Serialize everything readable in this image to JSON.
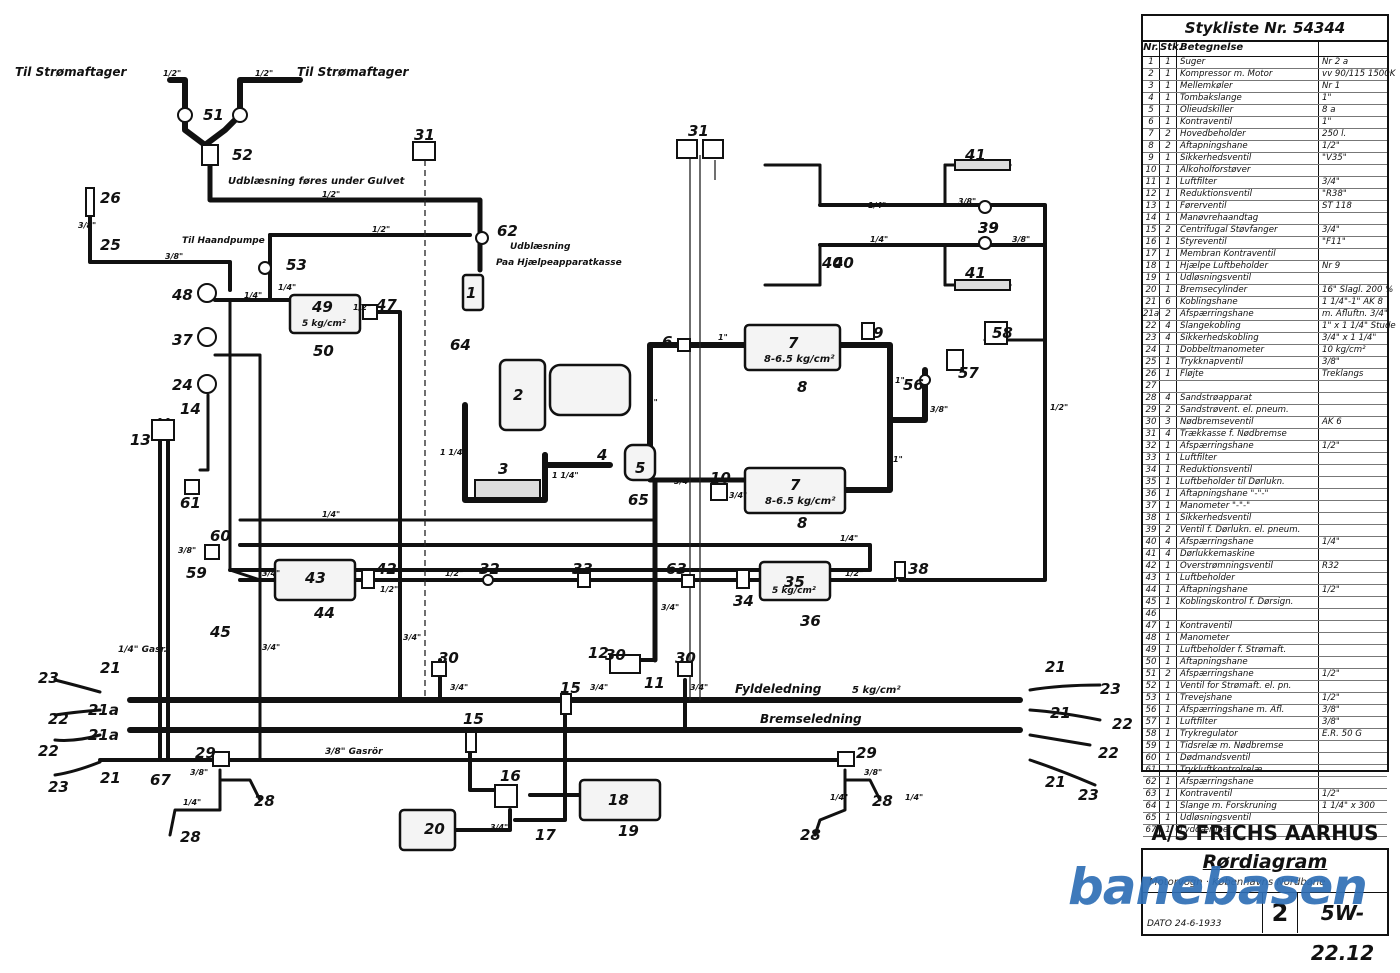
{
  "parts_list": {
    "title": "Stykliste Nr. 54344",
    "headers": {
      "nr": "Nr.",
      "stk": "Stk.",
      "name": "Betegnelse",
      "spec": ""
    },
    "rows": [
      {
        "nr": "1",
        "stk": "1",
        "name": "Suger",
        "spec": "Nr 2 a"
      },
      {
        "nr": "2",
        "stk": "1",
        "name": "Kompressor m. Motor",
        "spec": "vv 90/115 1500K"
      },
      {
        "nr": "3",
        "stk": "1",
        "name": "Mellemkøler",
        "spec": "Nr 1"
      },
      {
        "nr": "4",
        "stk": "1",
        "name": "Tombakslange",
        "spec": "1\""
      },
      {
        "nr": "5",
        "stk": "1",
        "name": "Olieudskiller",
        "spec": "8 a"
      },
      {
        "nr": "6",
        "stk": "1",
        "name": "Kontraventil",
        "spec": "1\""
      },
      {
        "nr": "7",
        "stk": "2",
        "name": "Hovedbeholder",
        "spec": "250 l."
      },
      {
        "nr": "8",
        "stk": "2",
        "name": "Aftapningshane",
        "spec": "1/2\""
      },
      {
        "nr": "9",
        "stk": "1",
        "name": "Sikkerhedsventil",
        "spec": "\"V35\""
      },
      {
        "nr": "10",
        "stk": "1",
        "name": "Alkoholforstøver",
        "spec": ""
      },
      {
        "nr": "11",
        "stk": "1",
        "name": "Luftfilter",
        "spec": "3/4\""
      },
      {
        "nr": "12",
        "stk": "1",
        "name": "Reduktionsventil",
        "spec": "\"R38\""
      },
      {
        "nr": "13",
        "stk": "1",
        "name": "Førerventil",
        "spec": "ST 118"
      },
      {
        "nr": "14",
        "stk": "1",
        "name": "Manøvrehaandtag",
        "spec": ""
      },
      {
        "nr": "15",
        "stk": "2",
        "name": "Centrifugal Støvfanger",
        "spec": "3/4\""
      },
      {
        "nr": "16",
        "stk": "1",
        "name": "Styreventil",
        "spec": "\"F11\""
      },
      {
        "nr": "17",
        "stk": "1",
        "name": "Membran Kontraventil",
        "spec": ""
      },
      {
        "nr": "18",
        "stk": "1",
        "name": "Hjælpe Luftbeholder",
        "spec": "Nr 9"
      },
      {
        "nr": "19",
        "stk": "1",
        "name": "Udløsningsventil",
        "spec": ""
      },
      {
        "nr": "20",
        "stk": "1",
        "name": "Bremsecylinder",
        "spec": "16\" Slagl. 200 %"
      },
      {
        "nr": "21",
        "stk": "6",
        "name": "Koblingshane",
        "spec": "1 1/4\"-1\" AK 8"
      },
      {
        "nr": "21a",
        "stk": "2",
        "name": "Afspærringshane",
        "spec": "m. Afluftn. 3/4\""
      },
      {
        "nr": "22",
        "stk": "4",
        "name": "Slangekobling",
        "spec": "1\" x 1 1/4\" Stude"
      },
      {
        "nr": "23",
        "stk": "4",
        "name": "Sikkerhedskobling",
        "spec": "3/4\" x 1 1/4\""
      },
      {
        "nr": "24",
        "stk": "1",
        "name": "Dobbeltmanometer",
        "spec": "10 kg/cm²"
      },
      {
        "nr": "25",
        "stk": "1",
        "name": "Trykknapventil",
        "spec": "3/8\""
      },
      {
        "nr": "26",
        "stk": "1",
        "name": "Fløjte",
        "spec": "Treklangs"
      },
      {
        "nr": "27",
        "stk": "",
        "name": "",
        "spec": ""
      },
      {
        "nr": "28",
        "stk": "4",
        "name": "Sandstrøapparat",
        "spec": ""
      },
      {
        "nr": "29",
        "stk": "2",
        "name": "Sandstrøvent. el. pneum.",
        "spec": ""
      },
      {
        "nr": "30",
        "stk": "3",
        "name": "Nødbremseventil",
        "spec": "AK 6"
      },
      {
        "nr": "31",
        "stk": "4",
        "name": "Trækkasse f. Nødbremse",
        "spec": ""
      },
      {
        "nr": "32",
        "stk": "1",
        "name": "Afspærringshane",
        "spec": "1/2\""
      },
      {
        "nr": "33",
        "stk": "1",
        "name": "Luftfilter",
        "spec": ""
      },
      {
        "nr": "34",
        "stk": "1",
        "name": "Reduktionsventil",
        "spec": ""
      },
      {
        "nr": "35",
        "stk": "1",
        "name": "Luftbeholder til Dørlukn.",
        "spec": ""
      },
      {
        "nr": "36",
        "stk": "1",
        "name": "Aftapningshane \"-\"-\"",
        "spec": ""
      },
      {
        "nr": "37",
        "stk": "1",
        "name": "Manometer \"-\"-\"",
        "spec": ""
      },
      {
        "nr": "38",
        "stk": "1",
        "name": "Sikkerhedsventil",
        "spec": ""
      },
      {
        "nr": "39",
        "stk": "2",
        "name": "Ventil f. Dørlukn. el. pneum.",
        "spec": ""
      },
      {
        "nr": "40",
        "stk": "4",
        "name": "Afspærringshane",
        "spec": "1/4\""
      },
      {
        "nr": "41",
        "stk": "4",
        "name": "Dørlukkemaskine",
        "spec": ""
      },
      {
        "nr": "42",
        "stk": "1",
        "name": "Overstrømningsventil",
        "spec": "R32"
      },
      {
        "nr": "43",
        "stk": "1",
        "name": "Luftbeholder",
        "spec": ""
      },
      {
        "nr": "44",
        "stk": "1",
        "name": "Aftapningshane",
        "spec": "1/2\""
      },
      {
        "nr": "45",
        "stk": "1",
        "name": "Koblingskontrol f. Dørsign.",
        "spec": ""
      },
      {
        "nr": "46",
        "stk": "",
        "name": "",
        "spec": ""
      },
      {
        "nr": "47",
        "stk": "1",
        "name": "Kontraventil",
        "spec": ""
      },
      {
        "nr": "48",
        "stk": "1",
        "name": "Manometer",
        "spec": ""
      },
      {
        "nr": "49",
        "stk": "1",
        "name": "Luftbeholder f. Strømaft.",
        "spec": ""
      },
      {
        "nr": "50",
        "stk": "1",
        "name": "Aftapningshane",
        "spec": ""
      },
      {
        "nr": "51",
        "stk": "2",
        "name": "Afspærringshane",
        "spec": "1/2\""
      },
      {
        "nr": "52",
        "stk": "1",
        "name": "Ventil for Strømaft. el. pn.",
        "spec": ""
      },
      {
        "nr": "53",
        "stk": "1",
        "name": "Trevejshane",
        "spec": "1/2\""
      },
      {
        "nr": "56",
        "stk": "1",
        "name": "Afspærringshane m. Afl.",
        "spec": "3/8\""
      },
      {
        "nr": "57",
        "stk": "1",
        "name": "Luftfilter",
        "spec": "3/8\""
      },
      {
        "nr": "58",
        "stk": "1",
        "name": "Trykregulator",
        "spec": "E.R. 50 G"
      },
      {
        "nr": "59",
        "stk": "1",
        "name": "Tidsrelæ m. Nødbremse",
        "spec": ""
      },
      {
        "nr": "60",
        "stk": "1",
        "name": "Dødmandsventil",
        "spec": ""
      },
      {
        "nr": "61",
        "stk": "1",
        "name": "Trykluftkontrolrelæ",
        "spec": ""
      },
      {
        "nr": "62",
        "stk": "1",
        "name": "Afspærringshane",
        "spec": ""
      },
      {
        "nr": "63",
        "stk": "1",
        "name": "Kontraventil",
        "spec": "1/2\""
      },
      {
        "nr": "64",
        "stk": "1",
        "name": "Slange m. Forskruning",
        "spec": "1 1/4\" x 300"
      },
      {
        "nr": "65",
        "stk": "1",
        "name": "Udløsningsventil",
        "spec": ""
      },
      {
        "nr": "67",
        "stk": "1",
        "name": "Lyddæmper",
        "spec": ""
      }
    ]
  },
  "title_block": {
    "company": "A/S FRICHS AARHUS",
    "title": "Rørdiagram",
    "subtitle": "Motorvogn · Københavns Nordbane",
    "date": "DATO 24-6-1933",
    "sheet": "2",
    "drawing_no": "5W-22.12"
  },
  "watermark": "banebasen",
  "diagram": {
    "text_labels": {
      "til_stroemaftager_left": "Til Strømaftager",
      "til_stroemaftager_right": "Til Strømaftager",
      "udblaesning_gulv": "Udblæsning føres under Gulvet",
      "til_haandpumpe": "Til Haandpumpe",
      "udblaesning_62": "Udblæsning",
      "paa_hjaelpeapparatkasse": "Paa Hjælpeapparatkasse",
      "fyldeledning": "Fyldeledning",
      "fyldeledning_pressure": "5 kg/cm²",
      "bremseledning": "Bremseledning",
      "gasroer_bottom": "3/8\" Gasrör",
      "gasroer_left": "1/4\" Gasr.",
      "press_49": "5 kg/cm²",
      "press_7a": "8-6.5 kg/cm²",
      "press_7b": "8-6.5 kg/cm²",
      "press_35": "5 kg/cm²"
    },
    "pipe_sizes": {
      "s1": "1/2\"",
      "s2": "1/2\"",
      "s3": "1/2\"",
      "s4": "1/2\"",
      "s5": "1/4\"",
      "s6": "3/8\"",
      "s7": "1/4\"",
      "s8": "3/8\"",
      "s9": "1/2\"",
      "s10": "1 1/4\"",
      "s11": "1 1/4\"",
      "s12": "1\"",
      "s13": "1\"",
      "s14": "1\"",
      "s15": "1\"",
      "s16": "3/4\"",
      "s17": "3/4\"",
      "s18": "3/8\"",
      "s19": "1/2\"",
      "s20": "1/4\"",
      "s21": "1/4\"",
      "s22": "3/8\"",
      "s23": "3/8\"",
      "s24": "1/4\"",
      "s25": "3/4\"",
      "s26": "1/2\"",
      "s27": "1/2\"",
      "s28": "1/4\"",
      "s29": "3/4\"",
      "s30": "3/4\"",
      "s31": "3/4\"",
      "s32": "3/4\"",
      "s33": "1/2\"",
      "s34": "3/4\"",
      "s35": "3/4\"",
      "s36": "3/8\"",
      "s37": "3/8\"",
      "s38": "1/4\"",
      "s39": "1/4\"",
      "s40": "1/4\"",
      "s41": "3/8\"",
      "s42": "3/4\""
    },
    "component_numbers": [
      "1",
      "2",
      "3",
      "4",
      "5",
      "6",
      "7",
      "7",
      "8",
      "8",
      "9",
      "10",
      "11",
      "12",
      "13",
      "14",
      "15",
      "15",
      "16",
      "17",
      "18",
      "19",
      "20",
      "21",
      "21",
      "21a",
      "21a",
      "21",
      "21",
      "21",
      "22",
      "22",
      "22",
      "22",
      "23",
      "23",
      "23",
      "23",
      "24",
      "25",
      "26",
      "28",
      "28",
      "28",
      "28",
      "29",
      "29",
      "30",
      "30",
      "30",
      "31",
      "31",
      "32",
      "33",
      "34",
      "35",
      "36",
      "37",
      "38",
      "39",
      "39",
      "40",
      "40",
      "41",
      "41",
      "42",
      "43",
      "44",
      "45",
      "47",
      "48",
      "49",
      "50",
      "51",
      "52",
      "53",
      "56",
      "57",
      "58",
      "59",
      "60",
      "61",
      "62",
      "63",
      "64",
      "65",
      "67"
    ]
  }
}
